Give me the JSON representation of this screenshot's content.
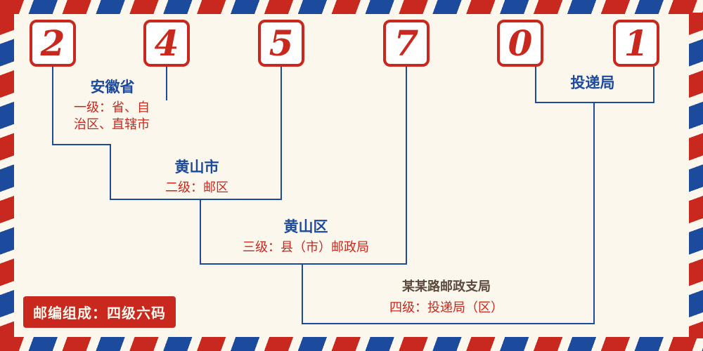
{
  "postal_code": {
    "digits": [
      "2",
      "4",
      "5",
      "7",
      "0",
      "1"
    ]
  },
  "levels": {
    "level1": {
      "title": "安徽省",
      "desc": "一级：省、自治区、直辖市"
    },
    "level2": {
      "title": "黄山市",
      "desc": "二级：邮区"
    },
    "level3": {
      "title": "黄山区",
      "desc": "三级：县（市）邮政局"
    },
    "level4": {
      "title": "某某路邮政支局",
      "desc": "四级：投递局（区）"
    },
    "delivery": {
      "title": "投递局"
    }
  },
  "footer": {
    "badge": "邮编组成：四级六码"
  },
  "colors": {
    "red": "#c8281e",
    "blue": "#1c4a9c",
    "background": "#fbf7ec",
    "level4_title": "#5a4a3c"
  }
}
